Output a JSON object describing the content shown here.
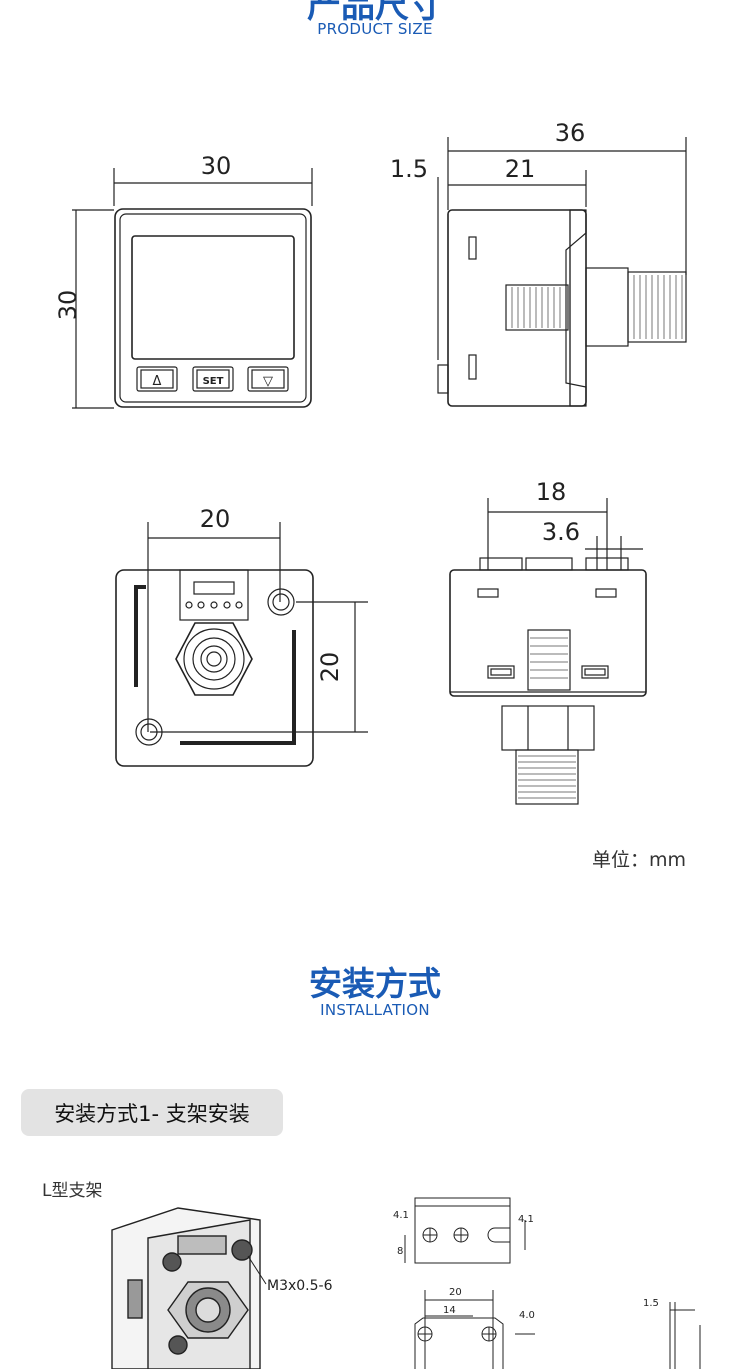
{
  "section1": {
    "title": "产品尺寸",
    "subtitle": "PRODUCT SIZE"
  },
  "front_view": {
    "width": "30",
    "height": "30",
    "btn_up": "Δ",
    "btn_set": "SET",
    "btn_down": "▽"
  },
  "side_view": {
    "total": "36",
    "body": "21",
    "offset": "1.5"
  },
  "back_view": {
    "hole_x": "20",
    "hole_y": "20"
  },
  "top_view": {
    "span": "18",
    "gap": "3.6"
  },
  "unit": "单位：mm",
  "section2": {
    "title": "安装方式",
    "subtitle": "INSTALLATION"
  },
  "method1": {
    "label": "安装方式1- 支架安装"
  },
  "bracket": {
    "name": "L型支架",
    "screw": "M3x0.5-6",
    "d1": "4.1",
    "d2": "8",
    "d3": "4.1",
    "d4": "20",
    "d5": "14",
    "d6": "4.0",
    "d7": "1.5"
  }
}
